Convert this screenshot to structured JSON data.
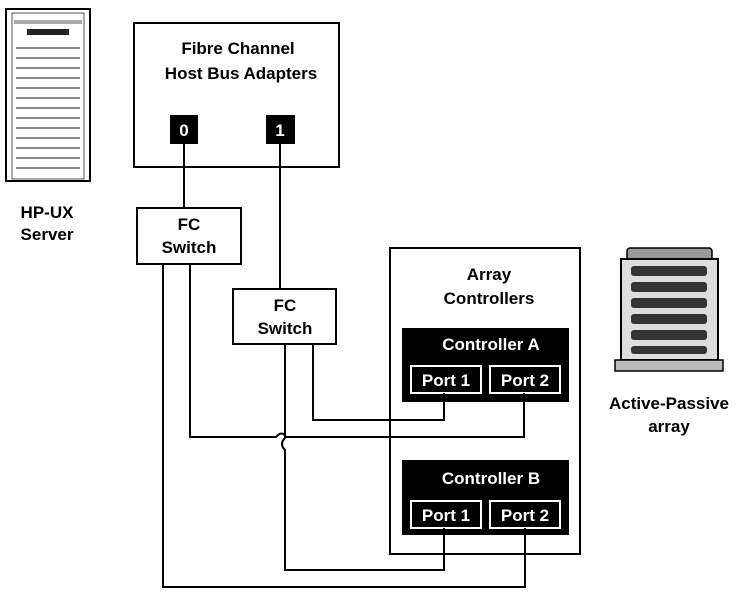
{
  "hba": {
    "title_line1": "Fibre Channel",
    "title_line2": "Host Bus Adapters",
    "port0": "0",
    "port1": "1"
  },
  "server": {
    "label_line1": "HP-UX",
    "label_line2": "Server",
    "icon": "server-tower-icon"
  },
  "switch1": {
    "line1": "FC",
    "line2": "Switch"
  },
  "switch2": {
    "line1": "FC",
    "line2": "Switch"
  },
  "array_box": {
    "title_line1": "Array",
    "title_line2": "Controllers"
  },
  "controller_a": {
    "title": "Controller A",
    "port1": "Port 1",
    "port2": "Port 2"
  },
  "controller_b": {
    "title": "Controller B",
    "port1": "Port 1",
    "port2": "Port 2"
  },
  "array": {
    "label_line1": "Active-Passive",
    "label_line2": "array",
    "icon": "disk-array-icon"
  }
}
